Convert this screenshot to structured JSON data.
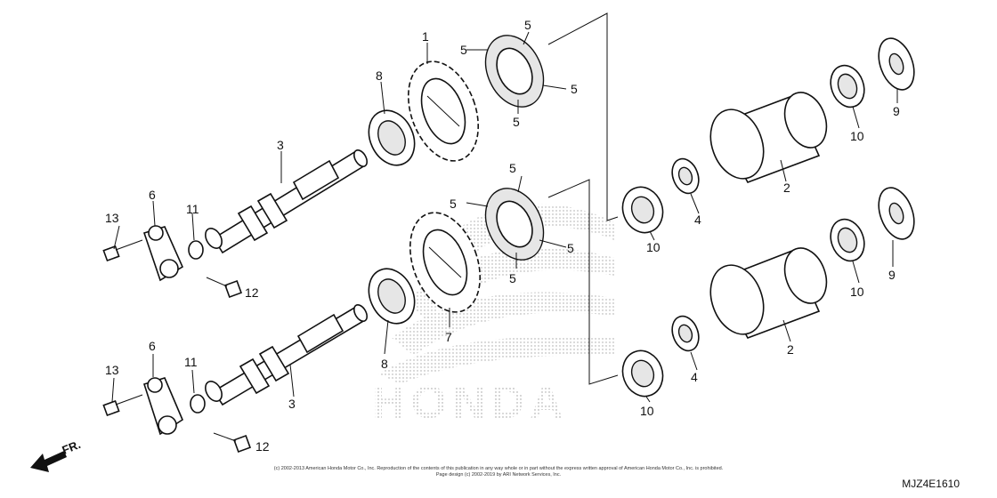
{
  "diagram": {
    "callouts": [
      {
        "id": "1",
        "text": "1"
      },
      {
        "id": "2a",
        "text": "2"
      },
      {
        "id": "2b",
        "text": "2"
      },
      {
        "id": "3a",
        "text": "3"
      },
      {
        "id": "3b",
        "text": "3"
      },
      {
        "id": "4a",
        "text": "4"
      },
      {
        "id": "4b",
        "text": "4"
      },
      {
        "id": "5a",
        "text": "5"
      },
      {
        "id": "5b",
        "text": "5"
      },
      {
        "id": "5c",
        "text": "5"
      },
      {
        "id": "5d",
        "text": "5"
      },
      {
        "id": "5e",
        "text": "5"
      },
      {
        "id": "5f",
        "text": "5"
      },
      {
        "id": "5g",
        "text": "5"
      },
      {
        "id": "5h",
        "text": "5"
      },
      {
        "id": "6a",
        "text": "6"
      },
      {
        "id": "6b",
        "text": "6"
      },
      {
        "id": "7",
        "text": "7"
      },
      {
        "id": "8a",
        "text": "8"
      },
      {
        "id": "8b",
        "text": "8"
      },
      {
        "id": "9a",
        "text": "9"
      },
      {
        "id": "9b",
        "text": "9"
      },
      {
        "id": "10a",
        "text": "10"
      },
      {
        "id": "10b",
        "text": "10"
      },
      {
        "id": "10c",
        "text": "10"
      },
      {
        "id": "10d",
        "text": "10"
      },
      {
        "id": "11a",
        "text": "11"
      },
      {
        "id": "11b",
        "text": "11"
      },
      {
        "id": "12a",
        "text": "12"
      },
      {
        "id": "12b",
        "text": "12"
      },
      {
        "id": "13a",
        "text": "13"
      },
      {
        "id": "13b",
        "text": "13"
      }
    ],
    "watermark": "HONDA",
    "direction_label": "FR.",
    "copyright_line1": "(c) 2002-2013 American Honda Motor Co., Inc. Reproduction of the contents of this publication in any way whole or in part without the express written approval of American Honda Motor Co., Inc. is prohibited.",
    "copyright_line2": "Page design (c) 2002-2019 by ARI Network Services, Inc.",
    "diagram_code": "MJZ4E1610"
  }
}
